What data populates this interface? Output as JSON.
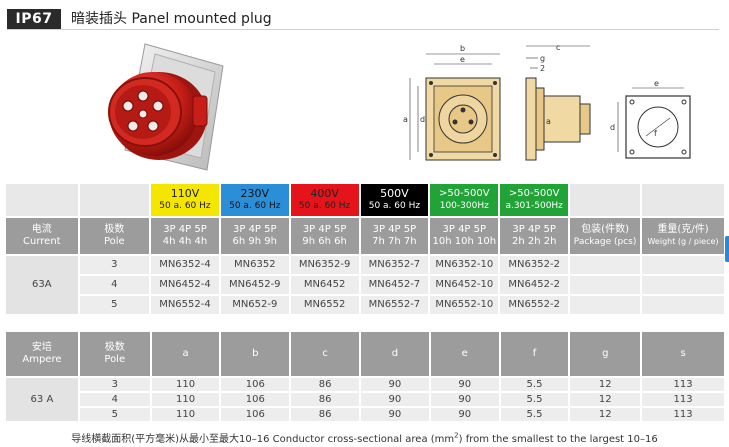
{
  "header": {
    "badge": "IP67",
    "title": "暗装插头 Panel mounted plug"
  },
  "dim_labels": {
    "b": "b",
    "e": "e",
    "a": "a",
    "d": "d",
    "c": "c",
    "g": "g",
    "f": "f",
    "two": "2"
  },
  "voltages": [
    {
      "v": "110V",
      "hz": "50 a. 60 Hz",
      "bg": "#f5e600",
      "fg": "#222222"
    },
    {
      "v": "230V",
      "hz": "50 a. 60 Hz",
      "bg": "#2a8fd6",
      "fg": "#111111"
    },
    {
      "v": "400V",
      "hz": "50 a. 60 Hz",
      "bg": "#e4141a",
      "fg": "#222222"
    },
    {
      "v": "500V",
      "hz": "50 a. 60 Hz",
      "bg": "#000000",
      "fg": "#ffffff"
    },
    {
      "v": ">50-500V",
      "hz": "100-300Hz",
      "bg": "#22a338",
      "fg": "#ffffff"
    },
    {
      "v": ">50-500V",
      "hz": "a.301-500Hz",
      "bg": "#22a338",
      "fg": "#ffffff"
    }
  ],
  "table1": {
    "h_current": [
      "电流",
      "Current"
    ],
    "h_pole": [
      "极数",
      "Pole"
    ],
    "pole_heads": [
      [
        "3P  4P  5P",
        "4h  4h  4h"
      ],
      [
        "3P  4P  5P",
        "6h  9h  9h"
      ],
      [
        "3P  4P  5P",
        "9h  6h  6h"
      ],
      [
        "3P  4P  5P",
        "7h  7h  7h"
      ],
      [
        "3P  4P  5P",
        "10h 10h 10h"
      ],
      [
        "3P  4P  5P",
        "2h  2h  2h"
      ]
    ],
    "h_package": [
      "包装(件数)",
      "Package (pcs)"
    ],
    "h_weight": [
      "重量(克/件)",
      "Weight (g / piece)"
    ],
    "current": "63A",
    "rows": [
      {
        "pole": "3",
        "codes": [
          "MN6352-4",
          "MN6352",
          "MN6352-9",
          "MN6352-7",
          "MN6352-10",
          "MN6352-2"
        ]
      },
      {
        "pole": "4",
        "codes": [
          "MN6452-4",
          "MN6452-9",
          "MN6452",
          "MN6452-7",
          "MN6452-10",
          "MN6452-2"
        ]
      },
      {
        "pole": "5",
        "codes": [
          "MN6552-4",
          "MN652-9",
          "MN6552",
          "MN6552-7",
          "MN6552-10",
          "MN6552-2"
        ]
      }
    ]
  },
  "table2": {
    "h_ampere": [
      "安培",
      "Ampere"
    ],
    "h_pole": [
      "极数",
      "Pole"
    ],
    "dims": [
      "a",
      "b",
      "c",
      "d",
      "e",
      "f",
      "g",
      "s"
    ],
    "ampere": "63 A",
    "rows": [
      {
        "pole": "3",
        "vals": [
          "110",
          "106",
          "86",
          "90",
          "90",
          "5.5",
          "12",
          "113"
        ]
      },
      {
        "pole": "4",
        "vals": [
          "110",
          "106",
          "86",
          "90",
          "90",
          "5.5",
          "12",
          "113"
        ]
      },
      {
        "pole": "5",
        "vals": [
          "110",
          "106",
          "86",
          "90",
          "90",
          "5.5",
          "12",
          "113"
        ]
      }
    ]
  },
  "footnote": {
    "pre": "导线横截面积(平方毫米)从最小至最大10–16    Conductor cross-sectional area (mm",
    "sup": "2",
    "post": ") from the smallest to the largest 10–16"
  }
}
